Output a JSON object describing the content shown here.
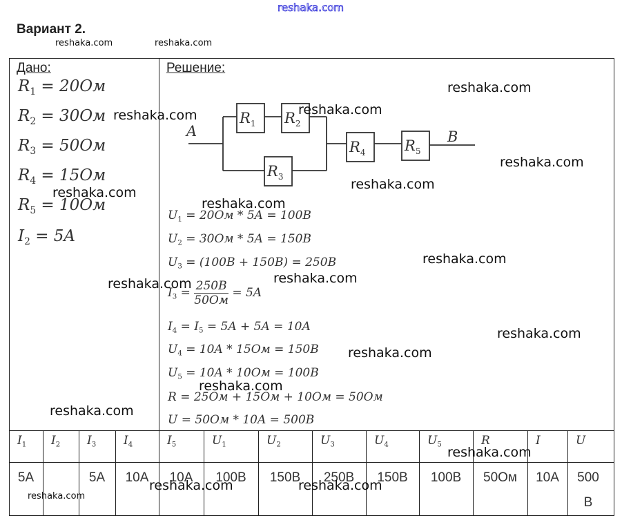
{
  "watermark": "reshaka.com",
  "title": "Вариант 2.",
  "given": {
    "header": "Дано:",
    "items": [
      {
        "sym": "R",
        "sub": "1",
        "value": "= 20Ом"
      },
      {
        "sym": "R",
        "sub": "2",
        "value": "= 30Ом"
      },
      {
        "sym": "R",
        "sub": "3",
        "value": "= 50Ом"
      },
      {
        "sym": "R",
        "sub": "4",
        "value": "= 15Ом"
      },
      {
        "sym": "R",
        "sub": "5",
        "value": "= 10Ом"
      },
      {
        "sym": "I",
        "sub": "2",
        "value": "= 5A"
      }
    ]
  },
  "solution": {
    "header": "Решение:",
    "circuit": {
      "node_a": "A",
      "node_b": "B",
      "resistors": [
        {
          "sym": "R",
          "sub": "1"
        },
        {
          "sym": "R",
          "sub": "2"
        },
        {
          "sym": "R",
          "sub": "3"
        },
        {
          "sym": "R",
          "sub": "4"
        },
        {
          "sym": "R",
          "sub": "5"
        }
      ]
    },
    "lines": [
      {
        "sym": "U",
        "sub": "1",
        "expr": "= 20Ом * 5A = 100B"
      },
      {
        "sym": "U",
        "sub": "2",
        "expr": "= 30Ом * 5A = 150B"
      },
      {
        "sym": "U",
        "sub": "3",
        "expr": "= (100B + 150B) = 250B"
      },
      {
        "sym": "I",
        "sub": "3",
        "pre": "=",
        "num": "250B",
        "den": "50Ом",
        "post": "= 5A"
      },
      {
        "sym": "I",
        "sub": "4",
        "expr_mid_sym": "I",
        "expr_mid_sub": "5",
        "expr": "= 5A + 5A = 10A"
      },
      {
        "sym": "U",
        "sub": "4",
        "expr": "= 10A * 15Ом = 150B"
      },
      {
        "sym": "U",
        "sub": "5",
        "expr": "= 10A * 10Ом = 100B"
      },
      {
        "sym": "R",
        "sub": "",
        "expr": "= 25Ом + 15Ом + 10Ом = 50Ом"
      },
      {
        "sym": "U",
        "sub": "",
        "expr": "= 50Ом * 10A = 500B"
      }
    ]
  },
  "answer_table": {
    "headers": [
      {
        "sym": "I",
        "sub": "1"
      },
      {
        "sym": "I",
        "sub": "2"
      },
      {
        "sym": "I",
        "sub": "3"
      },
      {
        "sym": "I",
        "sub": "4"
      },
      {
        "sym": "I",
        "sub": "5"
      },
      {
        "sym": "U",
        "sub": "1"
      },
      {
        "sym": "U",
        "sub": "2"
      },
      {
        "sym": "U",
        "sub": "3"
      },
      {
        "sym": "U",
        "sub": "4"
      },
      {
        "sym": "U",
        "sub": "5"
      },
      {
        "sym": "R",
        "sub": ""
      },
      {
        "sym": "I",
        "sub": ""
      },
      {
        "sym": "U",
        "sub": ""
      }
    ],
    "values": [
      "5A",
      "",
      "5A",
      "10A",
      "10A",
      "100B",
      "150B",
      "250B",
      "150B",
      "100B",
      "50Ом",
      "10A",
      "500 B"
    ]
  }
}
